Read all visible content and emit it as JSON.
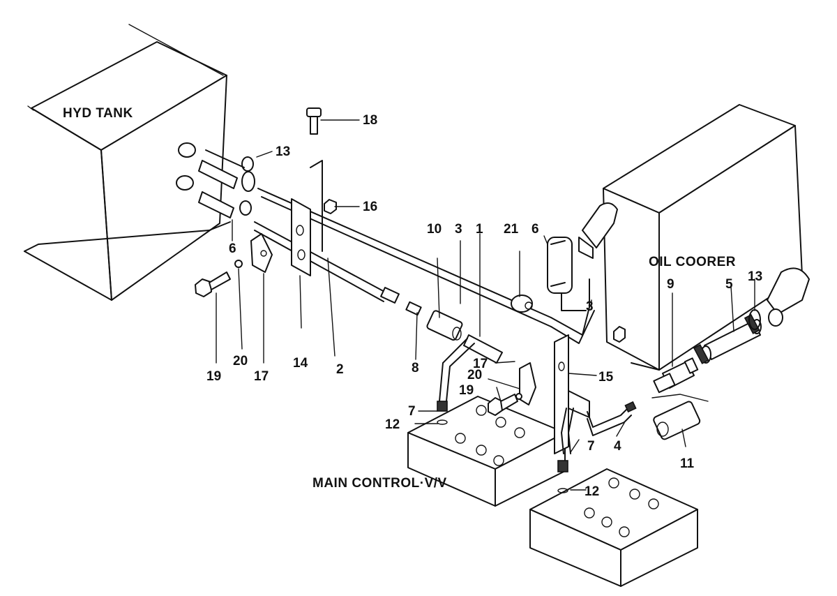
{
  "labels": {
    "hyd_tank": "HYD TANK",
    "oil_cooler": "OIL COORER",
    "main_control": "MAIN CONTROL·V/V"
  },
  "parts": {
    "p1": "1",
    "p2": "2",
    "p3a": "3",
    "p3b": "3",
    "p4": "4",
    "p5": "5",
    "p6a": "6",
    "p6b": "6",
    "p7a": "7",
    "p7b": "7",
    "p8": "8",
    "p9": "9",
    "p10": "10",
    "p11": "11",
    "p12a": "12",
    "p12b": "12",
    "p13a": "13",
    "p13b": "13",
    "p14": "14",
    "p15": "15",
    "p16": "16",
    "p17a": "17",
    "p17b": "17",
    "p18": "18",
    "p19a": "19",
    "p19b": "19",
    "p20a": "20",
    "p20b": "20",
    "p21": "21"
  }
}
